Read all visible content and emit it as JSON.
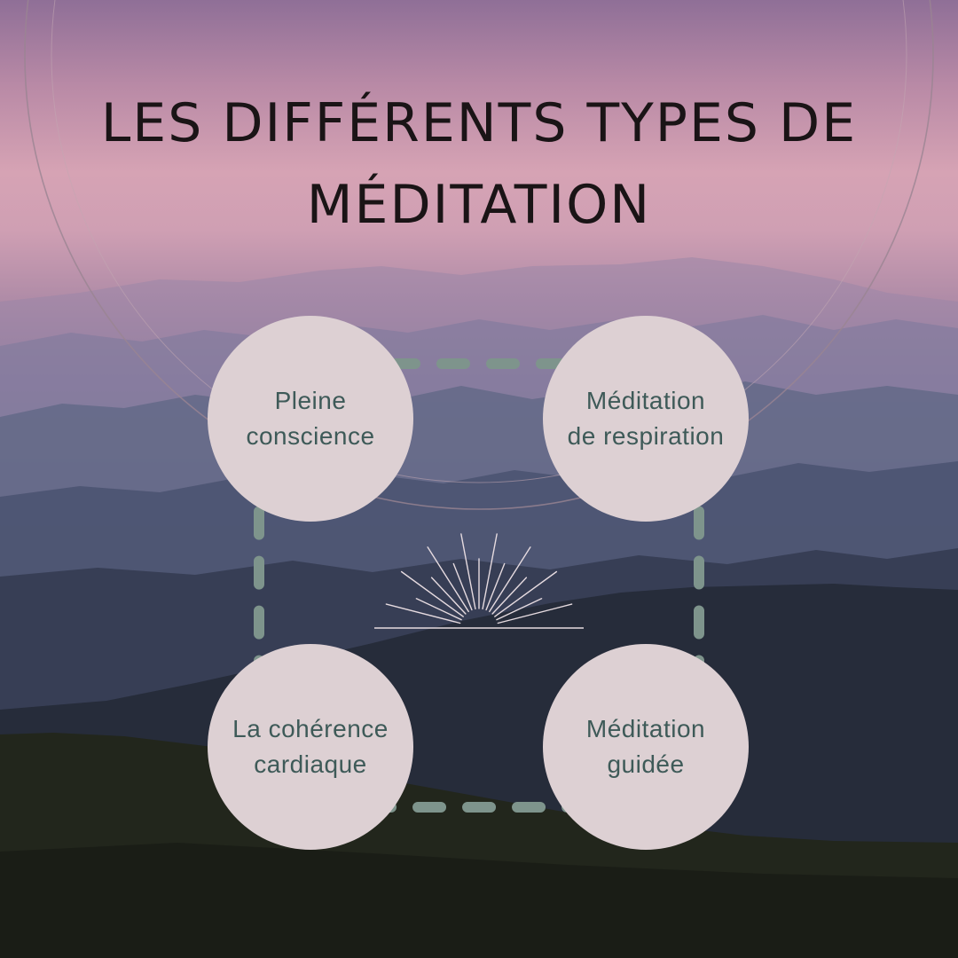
{
  "title": {
    "line1": "LES DIFFÉRENTS TYPES DE",
    "line2": "MÉDITATION"
  },
  "bubbles": [
    {
      "label": "Pleine\nconscience"
    },
    {
      "label": "Méditation\nde respiration"
    },
    {
      "label": "La cohérence\ncardiaque"
    },
    {
      "label": "Méditation\nguidée"
    }
  ],
  "icons": {
    "sunburst": "sunburst-icon"
  },
  "colors": {
    "bubble_fill": "#ddd0d3",
    "bubble_text": "#3e5a58",
    "connector": "#7e948c",
    "title_text": "#1a1416"
  }
}
